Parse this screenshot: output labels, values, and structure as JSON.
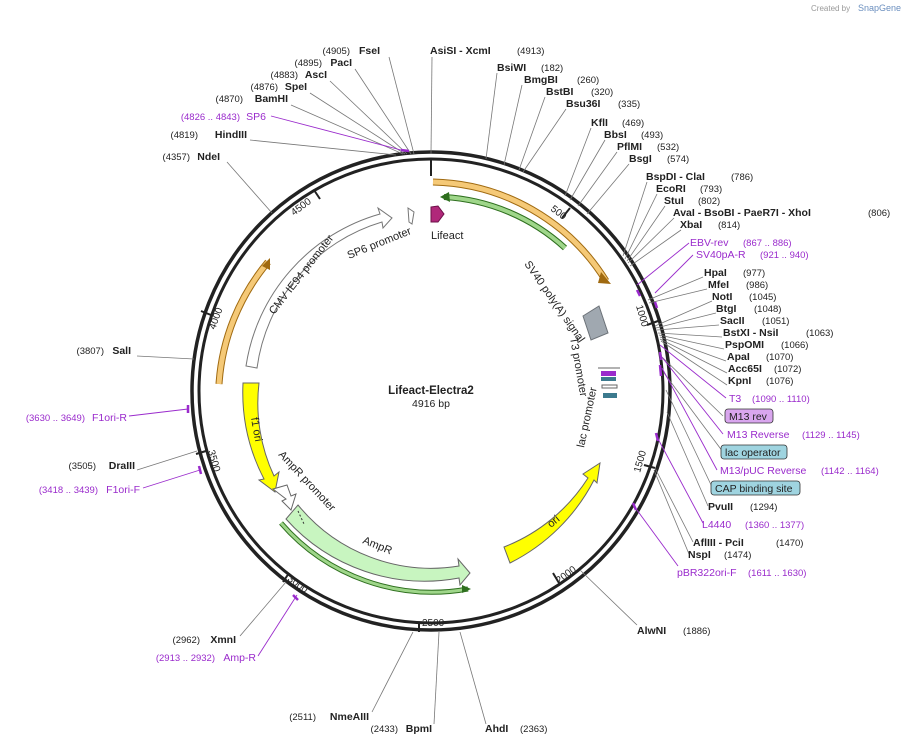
{
  "credit": {
    "prefix": "Created by",
    "brand": "SnapGene"
  },
  "plasmid": {
    "name": "Lifeact-Electra2",
    "size_label": "4916 bp",
    "length": 4916
  },
  "ticks": [
    "500",
    "1000",
    "1500",
    "2000",
    "2500",
    "3000",
    "3500",
    "4000",
    "4500"
  ],
  "features": [
    {
      "name": "Lifeact"
    },
    {
      "name": "SP6 promoter"
    },
    {
      "name": "CMV IE94 promoter"
    },
    {
      "name": "SV40 poly(A) signal"
    },
    {
      "name": "T3 promoter"
    },
    {
      "name": "lac promoter"
    },
    {
      "name": "f1 ori"
    },
    {
      "name": "AmpR promoter"
    },
    {
      "name": "AmpR"
    },
    {
      "name": "ori"
    }
  ],
  "sites": [
    {
      "name": "FseI",
      "pos": "(4905)"
    },
    {
      "name": "PacI",
      "pos": "(4895)"
    },
    {
      "name": "AscI",
      "pos": "(4883)"
    },
    {
      "name": "SpeI",
      "pos": "(4876)"
    },
    {
      "name": "BamHI",
      "pos": "(4870)"
    },
    {
      "name": "HindIII",
      "pos": "(4819)"
    },
    {
      "name": "NdeI",
      "pos": "(4357)"
    },
    {
      "name": "SalI",
      "pos": "(3807)"
    },
    {
      "name": "DraIII",
      "pos": "(3505)"
    },
    {
      "name": "XmnI",
      "pos": "(2962)"
    },
    {
      "name": "NmeAIII",
      "pos": "(2511)"
    },
    {
      "name": "BpmI",
      "pos": "(2433)"
    },
    {
      "name": "AhdI",
      "pos": "(2363)"
    },
    {
      "name": "AlwNI",
      "pos": "(1886)"
    },
    {
      "name": "NspI",
      "pos": "(1474)"
    },
    {
      "name": "AflIII  - PciI",
      "pos": "(1470)"
    },
    {
      "name": "PvuII",
      "pos": "(1294)"
    },
    {
      "name": "KpnI",
      "pos": "(1076)"
    },
    {
      "name": "Acc65I",
      "pos": "(1072)"
    },
    {
      "name": "ApaI",
      "pos": "(1070)"
    },
    {
      "name": "PspOMI",
      "pos": "(1066)"
    },
    {
      "name": "BstXI  - NsiI",
      "pos": "(1063)"
    },
    {
      "name": "SacII",
      "pos": "(1051)"
    },
    {
      "name": "BtgI",
      "pos": "(1048)"
    },
    {
      "name": "NotI",
      "pos": "(1045)"
    },
    {
      "name": "MfeI",
      "pos": "(986)"
    },
    {
      "name": "HpaI",
      "pos": "(977)"
    },
    {
      "name": "XbaI",
      "pos": "(814)"
    },
    {
      "name": "AvaI  - BsoBI  - PaeR7I  - XhoI",
      "pos": "(806)"
    },
    {
      "name": "StuI",
      "pos": "(802)"
    },
    {
      "name": "EcoRI",
      "pos": "(793)"
    },
    {
      "name": "BspDI  - ClaI",
      "pos": "(786)"
    },
    {
      "name": "BsgI",
      "pos": "(574)"
    },
    {
      "name": "PflMI",
      "pos": "(532)"
    },
    {
      "name": "BbsI",
      "pos": "(493)"
    },
    {
      "name": "KflI",
      "pos": "(469)"
    },
    {
      "name": "Bsu36I",
      "pos": "(335)"
    },
    {
      "name": "BstBI",
      "pos": "(320)"
    },
    {
      "name": "BmgBI",
      "pos": "(260)"
    },
    {
      "name": "BsiWI",
      "pos": "(182)"
    },
    {
      "name": "AsiSI  - XcmI",
      "pos": "(4913)"
    }
  ],
  "primers": [
    {
      "name": "SP6",
      "pos": "(4826 .. 4843)"
    },
    {
      "name": "F1ori-R",
      "pos": "(3630 .. 3649)"
    },
    {
      "name": "F1ori-F",
      "pos": "(3418 .. 3439)"
    },
    {
      "name": "Amp-R",
      "pos": "(2913 .. 2932)"
    },
    {
      "name": "pBR322ori-F",
      "pos": "(1611 .. 1630)"
    },
    {
      "name": "L4440",
      "pos": "(1360 .. 1377)"
    },
    {
      "name": "M13/pUC Reverse",
      "pos": "(1142 .. 1164)"
    },
    {
      "name": "M13 Reverse",
      "pos": "(1129 .. 1145)"
    },
    {
      "name": "T3",
      "pos": "(1090 .. 1110)"
    },
    {
      "name": "SV40pA-R",
      "pos": "(921 .. 940)"
    },
    {
      "name": "EBV-rev",
      "pos": "(867 .. 886)"
    }
  ],
  "boxed": [
    {
      "name": "M13 rev"
    },
    {
      "name": "lac operator"
    },
    {
      "name": "CAP binding site"
    }
  ],
  "colors": {
    "backbone": "#222222",
    "primer": "#9a2bcc",
    "orange_feature": "#f5a623",
    "green_feature": "#5aa83c",
    "yellow_feature": "#ffff00",
    "pale_green_feature": "#c8f5c0",
    "lifeact": "#b0287a",
    "polyA": "#a0a8b0",
    "cap_box": "#9fd4e0",
    "m13_box": "#d9a6ee"
  }
}
